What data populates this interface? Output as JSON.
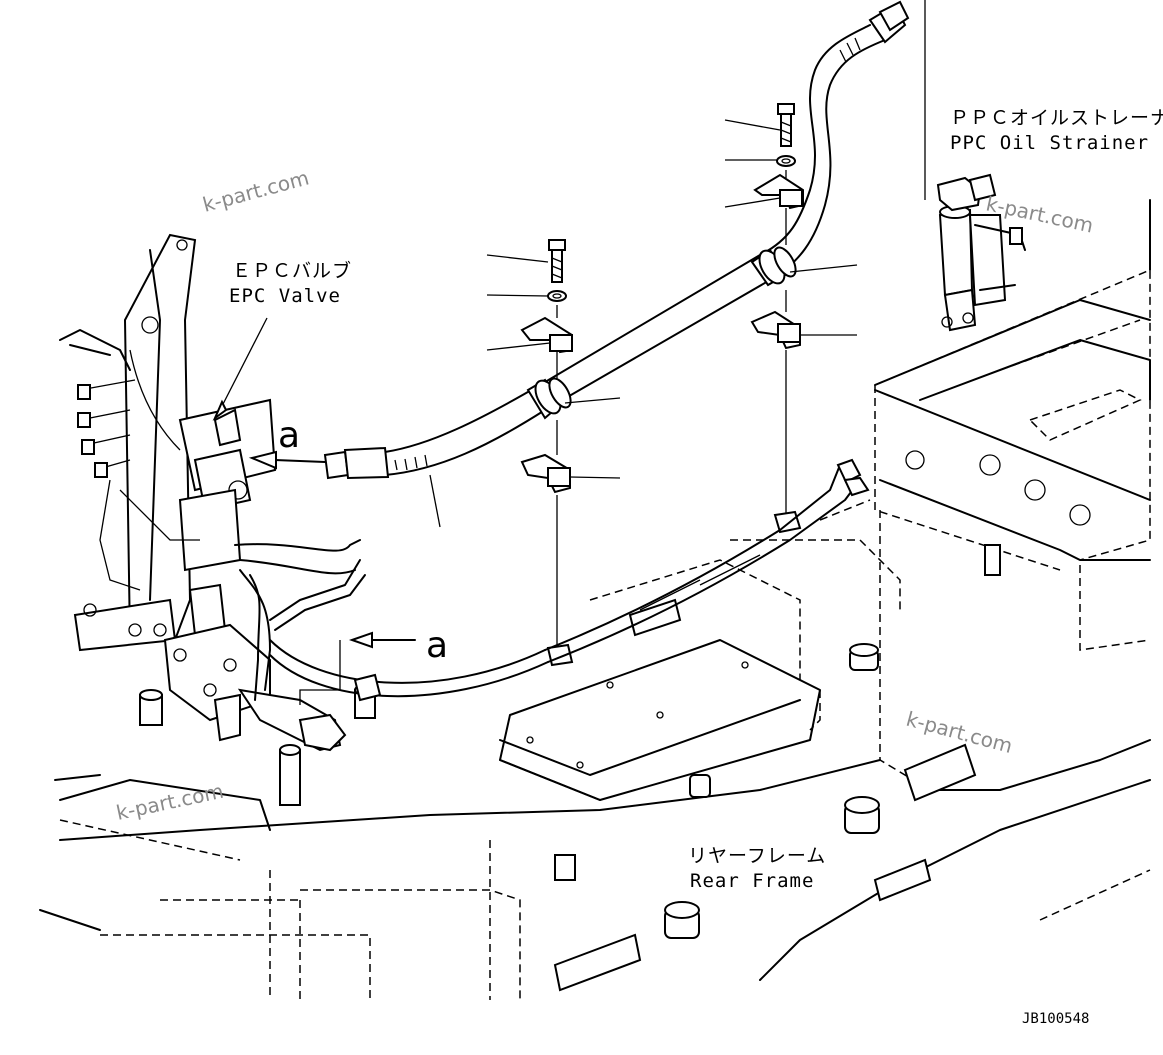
{
  "labels": {
    "ppc_strainer_jp": "ＰＰＣオイルストレーナ",
    "ppc_strainer_en": "PPC Oil Strainer",
    "epc_valve_jp": "ＥＰＣバルブ",
    "epc_valve_en": "EPC Valve",
    "rear_frame_jp": "リヤーフレーム",
    "rear_frame_en": "Rear Frame",
    "ref_a_top": "a",
    "ref_a_bottom": "a",
    "drawing_code": "JB100548"
  },
  "watermarks": [
    "k-part.com",
    "k-part.com",
    "k-part.com",
    "k-part.com"
  ],
  "colors": {
    "line": "#000000",
    "background": "#ffffff",
    "watermark": "#8a8a8a"
  }
}
